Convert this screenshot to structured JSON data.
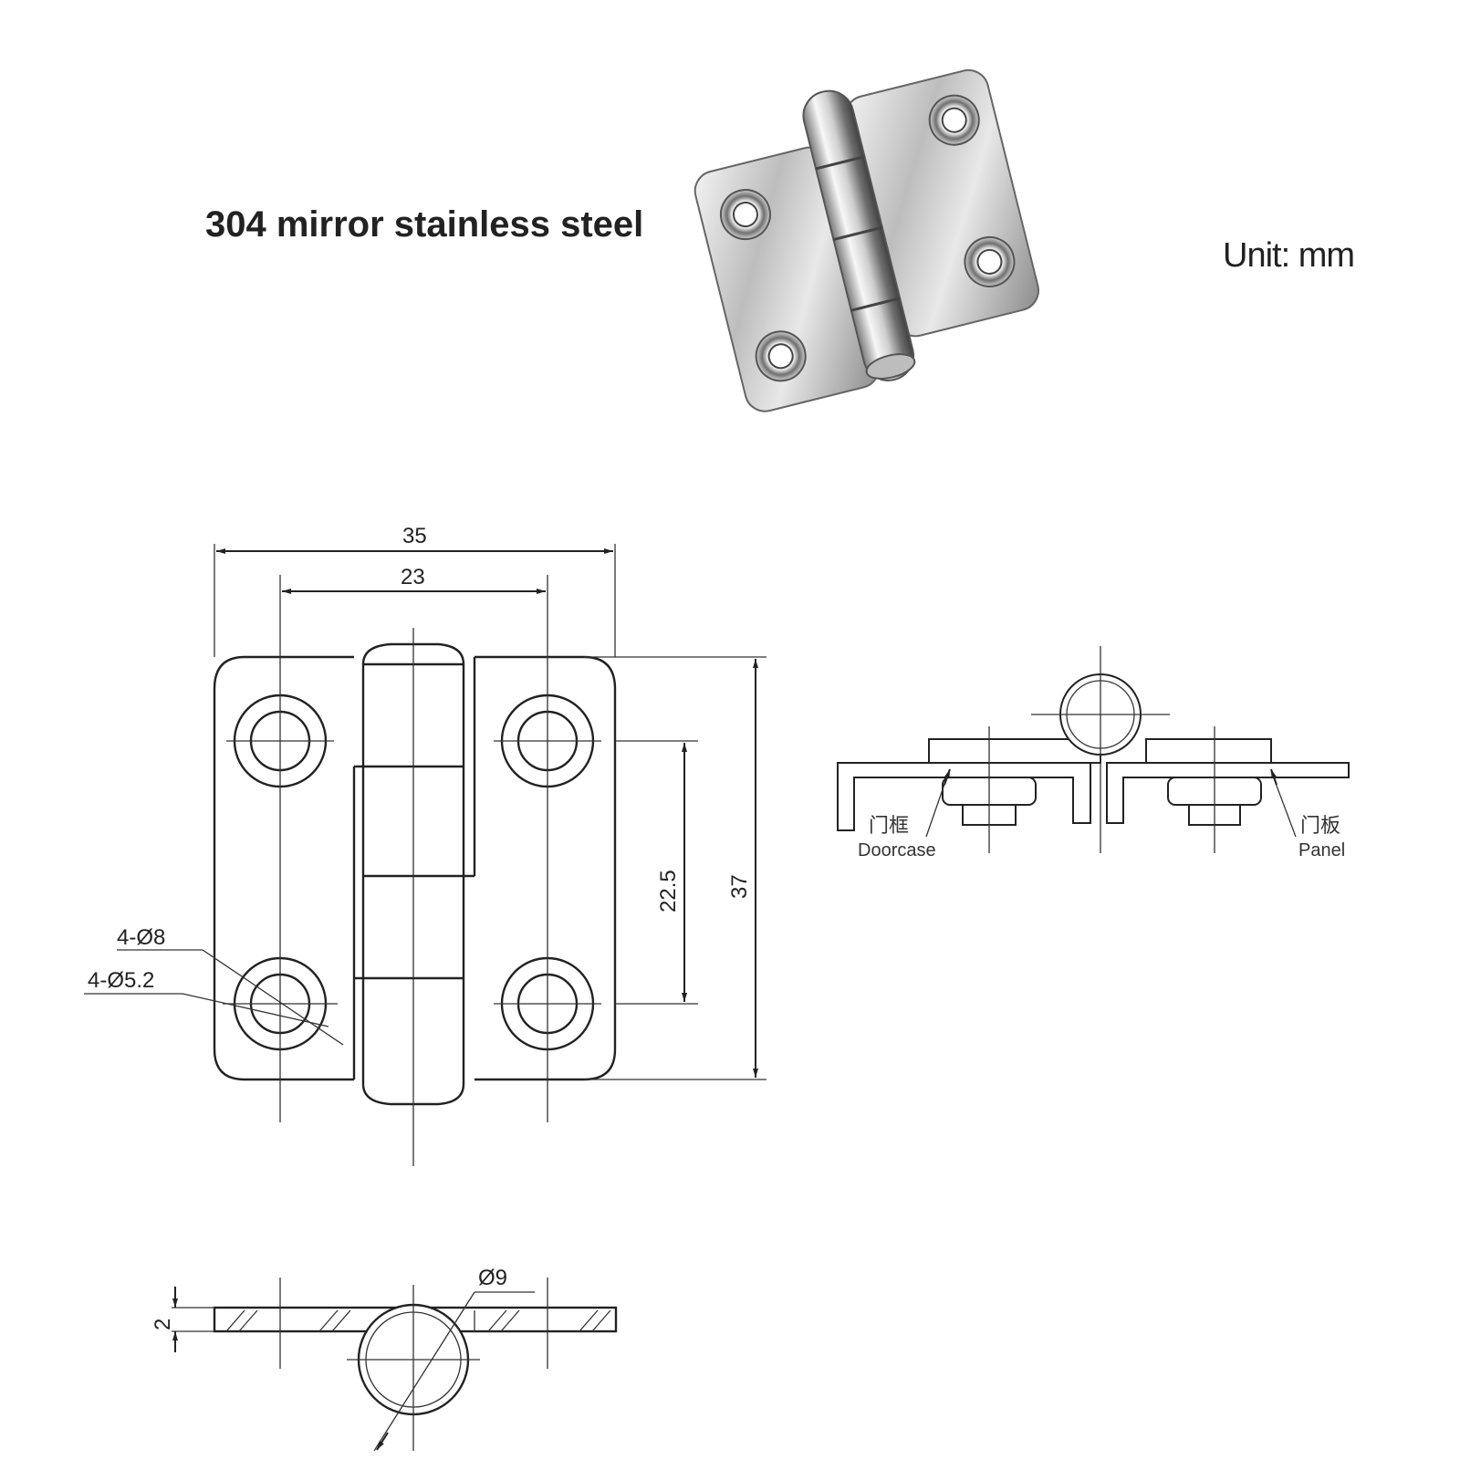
{
  "header": {
    "material": "304 mirror stainless steel",
    "unit": "Unit:  mm"
  },
  "front_view": {
    "dim_overall_width": "35",
    "dim_hole_spacing_x": "23",
    "dim_hole_spacing_y": "22.5",
    "dim_overall_height": "37",
    "dim_counterbore": "4-Ø8",
    "dim_hole": "4-Ø5.2"
  },
  "section_view": {
    "dim_thickness": "2",
    "dim_knuckle": "Ø9"
  },
  "install_view": {
    "doorframe_cn": "门框",
    "doorframe_en": "Doorcase",
    "panel_cn": "门板",
    "panel_en": "Panel"
  }
}
